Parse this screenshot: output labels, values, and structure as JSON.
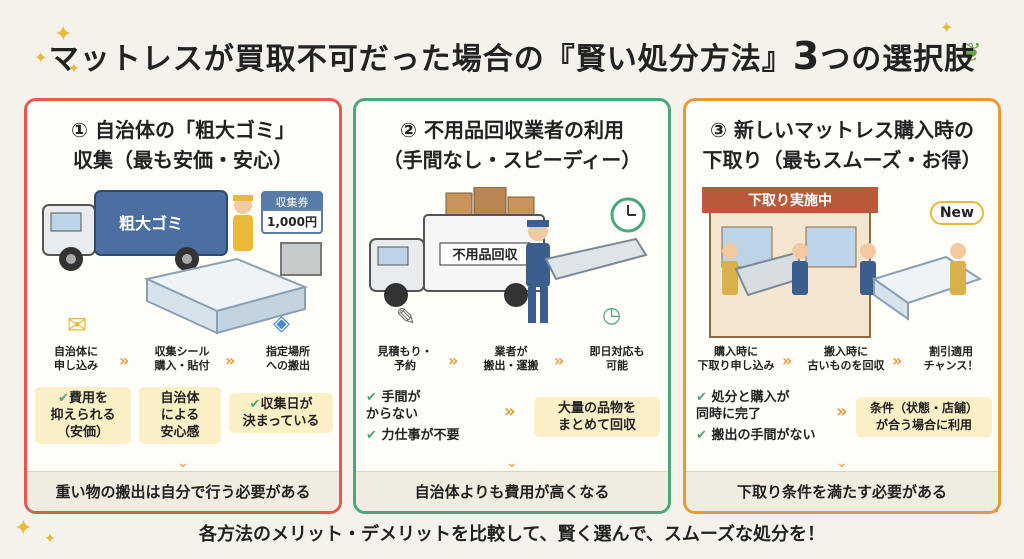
{
  "title": {
    "main": "マットレスが買取不可だった場合の『賢い処分方法』",
    "number": "3",
    "suffix": "つの選択肢"
  },
  "panels": [
    {
      "title_line1": "① 自治体の「粗大ゴミ」",
      "title_line2": "収集（最も安価・安心）",
      "truck_label": "粗大ゴミ",
      "ticket_label": "収集券",
      "ticket_price": "1,000円",
      "steps": [
        "自治体に\n申し込み",
        "収集シール\n購入・貼付",
        "指定場所\nへの搬出"
      ],
      "merits": [
        "費用を\n抑えられる\n（安価）",
        "自治体\nによる\n安心感",
        "収集日が\n決まっている"
      ],
      "bottom": "重い物の搬出は自分で行う必要がある"
    },
    {
      "title_line1": "② 不用品回収業者の利用",
      "title_line2": "（手間なし・スピーディー）",
      "truck_label": "不用品回収",
      "steps": [
        "見積もり・\n予約",
        "業者が\n搬出・運搬",
        "即日対応も\n可能"
      ],
      "merits": [
        "手間が\nからない",
        "力仕事が不要",
        "大量の品物を\nまとめて回収"
      ],
      "bottom": "自治体よりも費用が高くなる"
    },
    {
      "title_line1": "③ 新しいマットレス購入時の",
      "title_line2": "下取り（最もスムーズ・お得）",
      "shop_label": "下取り実施中",
      "new_label": "New",
      "steps": [
        "購入時に\n下取り申し込み",
        "搬入時に\n古いものを回収",
        "割引適用\nチャンス！"
      ],
      "merits": [
        "処分と購入が\n同時に完了",
        "搬出の手間がない",
        "条件（状態・店舗）\nが合う場合に利用"
      ],
      "bottom": "下取り条件を満たす必要がある"
    }
  ],
  "footer": "各方法のメリット・デメリットを比較して、賢く選んで、スムーズな処分を！"
}
